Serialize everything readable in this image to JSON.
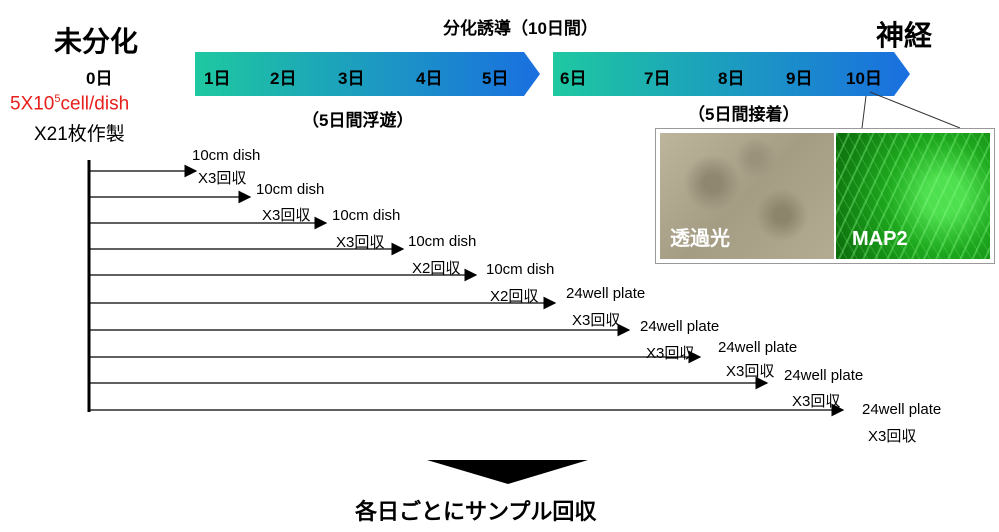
{
  "header": {
    "undiff": "未分化",
    "neuron": "神経",
    "induction": "分化誘導（10日間）",
    "day0": "0日",
    "density_main": "5X10",
    "density_sup": "5",
    "density_tail": "cell/dish",
    "plates": "X21枚作製"
  },
  "arrow1": {
    "days": [
      "1日",
      "2日",
      "3日",
      "4日",
      "5日"
    ],
    "caption": "（5日間浮遊）"
  },
  "arrow2": {
    "days": [
      "6日",
      "7日",
      "8日",
      "9日",
      "10日"
    ],
    "caption": "（5日間接着）"
  },
  "photos": {
    "phase_label": "透過光",
    "map2_label": "MAP2"
  },
  "timeline": [
    {
      "vessel": "10cm dish",
      "count": "X3回収"
    },
    {
      "vessel": "10cm dish",
      "count": "X3回収"
    },
    {
      "vessel": "10cm dish",
      "count": "X3回収"
    },
    {
      "vessel": "10cm dish",
      "count": "X2回収"
    },
    {
      "vessel": "10cm dish",
      "count": "X2回収"
    },
    {
      "vessel": "24well plate",
      "count": "X3回収"
    },
    {
      "vessel": "24well plate",
      "count": "X3回収"
    },
    {
      "vessel": "24well plate",
      "count": "X3回収"
    },
    {
      "vessel": "24well plate",
      "count": "X3回収"
    },
    {
      "vessel": "24well plate",
      "count": "X3回収"
    }
  ],
  "footer": {
    "text": "各日ごとにサンプル回収"
  },
  "colors": {
    "arrow_start": "#1ec8a0",
    "arrow_end": "#1a6fe0",
    "red": "#e8201c",
    "map2_green": "#1ea81e"
  }
}
